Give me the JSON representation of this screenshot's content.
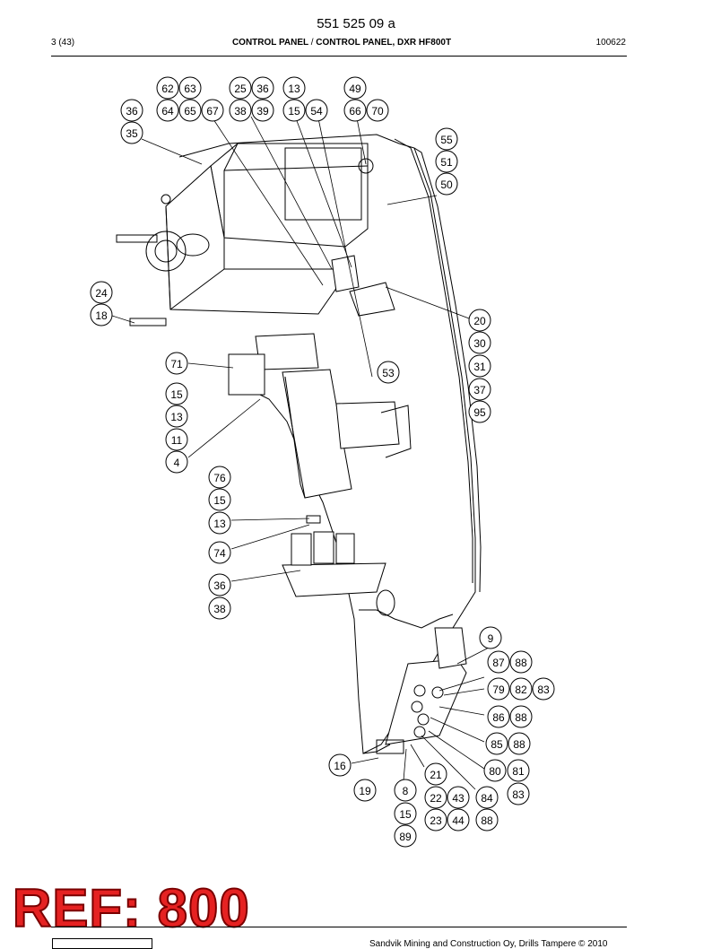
{
  "header": {
    "doc_number": "551 525 09 a",
    "page": "3 (43)",
    "title_left": "CONTROL PANEL",
    "separator": "/",
    "title_right": "CONTROL PANEL, DXR HF800T",
    "date_code": "100622"
  },
  "stamp": {
    "text": "REF: 800",
    "color": "#e52222"
  },
  "footer": {
    "copyright": "Sandvik Mining and Construction Oy, Drills Tampere © 2010"
  },
  "callouts": [
    "62",
    "63",
    "25",
    "36",
    "13",
    "49",
    "36",
    "64",
    "65",
    "67",
    "38",
    "39",
    "15",
    "54",
    "66",
    "70",
    "35",
    "55",
    "51",
    "50",
    "24",
    "18",
    "20",
    "30",
    "31",
    "37",
    "95",
    "71",
    "53",
    "15",
    "13",
    "11",
    "4",
    "76",
    "15",
    "13",
    "74",
    "36",
    "38",
    "9",
    "87",
    "88",
    "79",
    "82",
    "83",
    "86",
    "88",
    "85",
    "88",
    "16",
    "80",
    "81",
    "21",
    "19",
    "8",
    "22",
    "43",
    "84",
    "83",
    "15",
    "23",
    "44",
    "88",
    "89"
  ]
}
